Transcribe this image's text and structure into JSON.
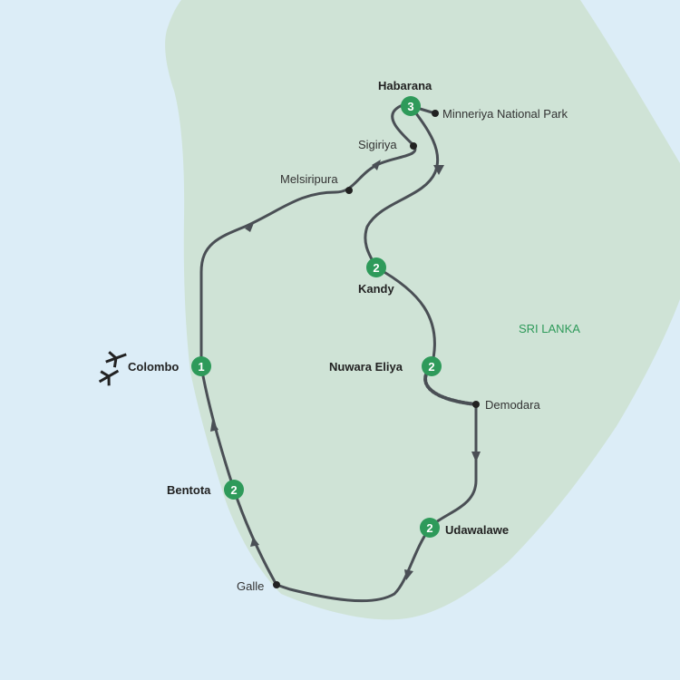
{
  "map": {
    "country_label": "SRI LANKA",
    "colors": {
      "sea": "#dcedf7",
      "land": "#cfe3d6",
      "stop": "#2e9a5a",
      "route": "#4a4f55"
    },
    "stops": [
      {
        "name": "Colombo",
        "nights": "1"
      },
      {
        "name": "Habarana",
        "nights": "3"
      },
      {
        "name": "Kandy",
        "nights": "2"
      },
      {
        "name": "Nuwara Eliya",
        "nights": "2"
      },
      {
        "name": "Udawalawe",
        "nights": "2"
      },
      {
        "name": "Bentota",
        "nights": "2"
      }
    ],
    "waypoints": [
      "Melsiripura",
      "Sigiriya",
      "Minneriya National Park",
      "Demodara",
      "Galle"
    ],
    "icons": [
      "airplane-arrival-icon",
      "airplane-departure-icon"
    ]
  }
}
